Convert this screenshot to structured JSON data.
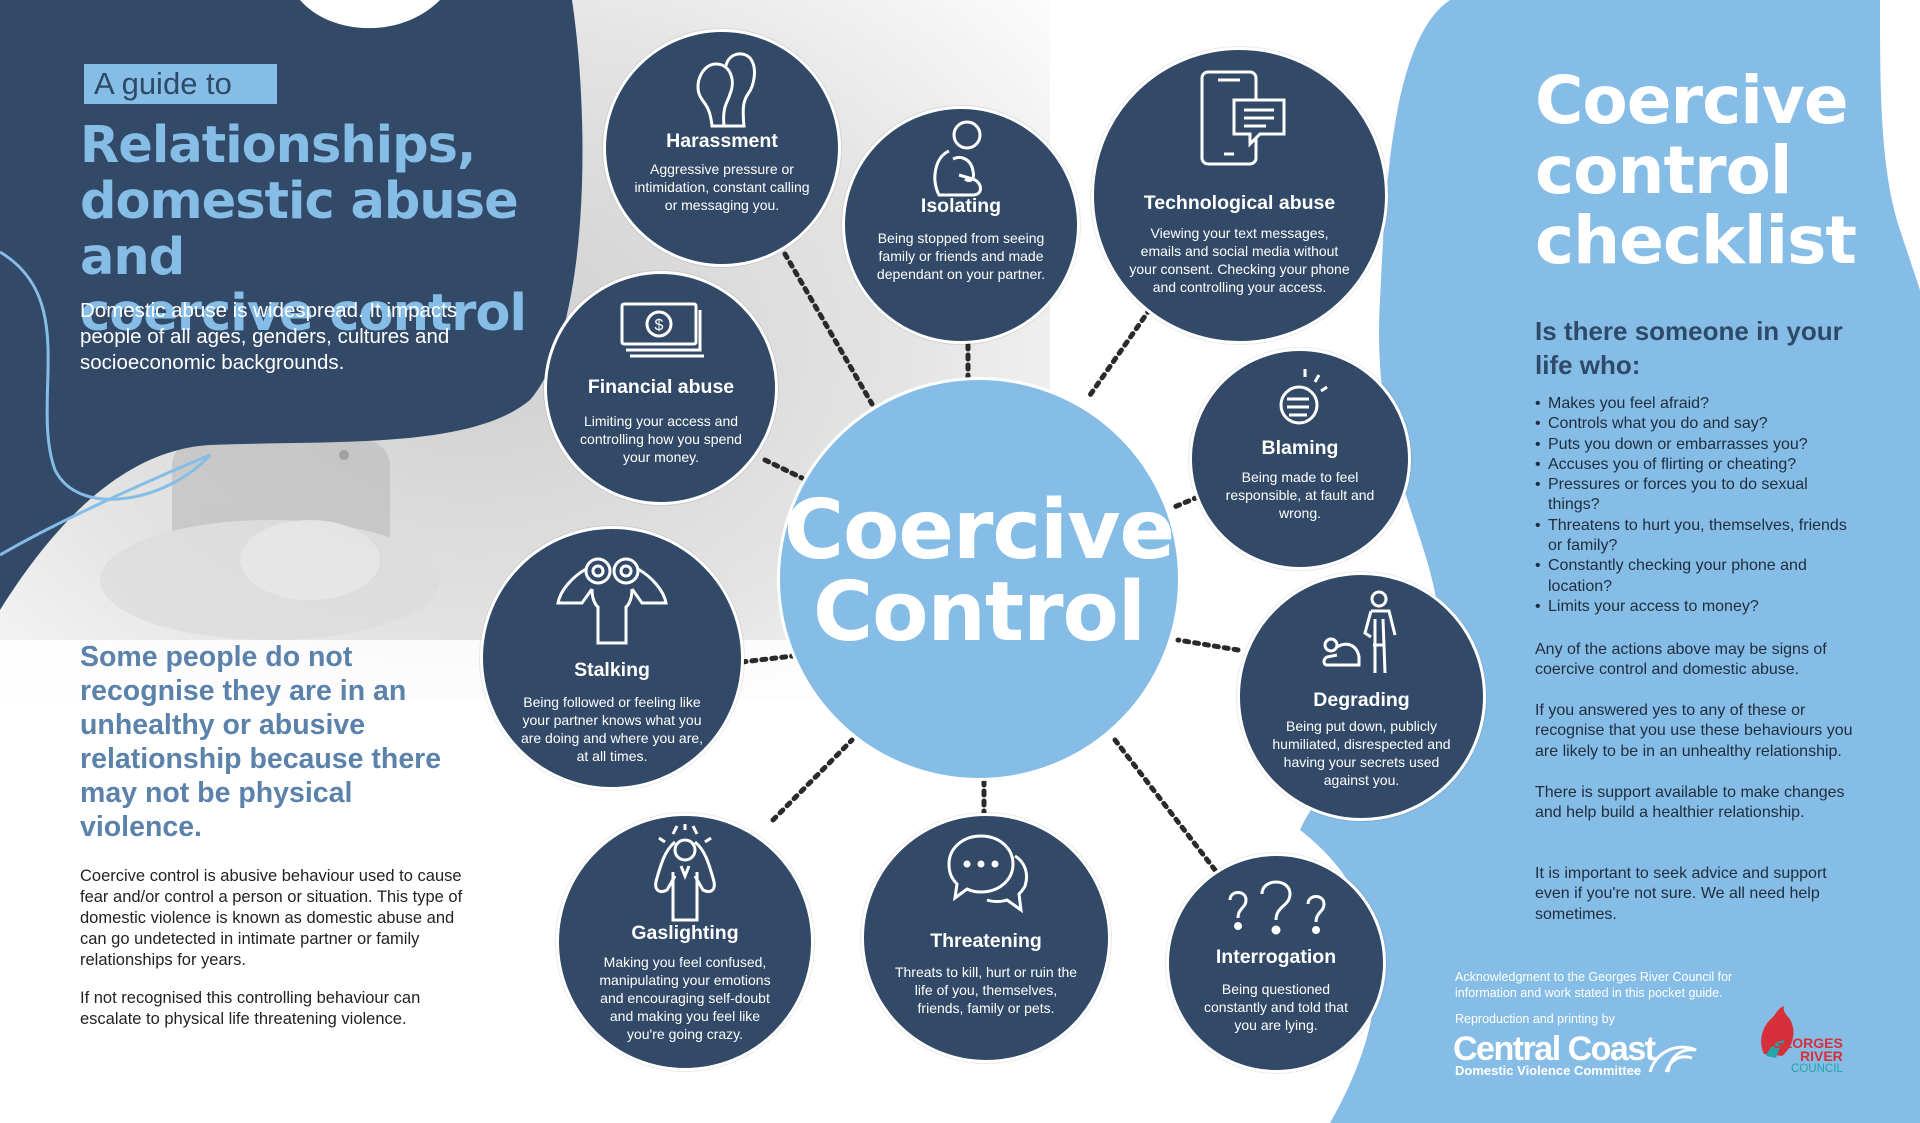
{
  "left_panel": {
    "guide_tag": "A guide to",
    "title_lines": [
      "Relationships,",
      "domestic abuse and",
      "coercive control"
    ],
    "intro": "Domestic abuse is widespread. It impacts people of all ages, genders, cultures and socioeconomic backgrounds.",
    "highlight": "Some people do not recognise they are in an unhealthy or abusive relationship because there may not be physical violence.",
    "body_1": "Coercive control is abusive behaviour used to cause fear and/or control a person or situation. This type of domestic violence is known as domestic abuse and can go undetected in intimate partner or family relationships for years.",
    "body_2": "If not recognised this controlling behaviour can escalate to physical life threatening violence."
  },
  "center": {
    "line1": "Coercive",
    "line2": "Control"
  },
  "nodes": [
    {
      "title": "Harassment",
      "desc": "Aggressive pressure or intimidation, constant calling or messaging you.",
      "icon": "people-silhouette-icon"
    },
    {
      "title": "Isolating",
      "desc": "Being stopped from seeing family or friends and made dependant on your partner.",
      "icon": "hugging-knees-person-icon"
    },
    {
      "title": "Technological abuse",
      "desc": "Viewing your text messages, emails and social media without your consent. Checking your phone and controlling your access.",
      "icon": "smartphone-message-icon"
    },
    {
      "title": "Financial abuse",
      "desc": "Limiting your access and controlling how you spend your money.",
      "icon": "banknote-dollar-icon"
    },
    {
      "title": "Blaming",
      "desc": "Being made to feel responsible, at fault and wrong.",
      "icon": "pointing-finger-icon"
    },
    {
      "title": "Stalking",
      "desc": "Being followed or feeling like your partner knows what you are doing and where you are, at all times.",
      "icon": "binoculars-person-icon"
    },
    {
      "title": "Degrading",
      "desc": "Being put down, publicly humiliated, disrespected and having your secrets used against you.",
      "icon": "humiliation-figures-icon"
    },
    {
      "title": "Gaslighting",
      "desc": "Making you feel confused, manipulating your emotions and encouraging self-doubt and making you feel like you're going crazy.",
      "icon": "stressed-person-icon"
    },
    {
      "title": "Threatening",
      "desc": "Threats to kill, hurt or ruin the life of you, themselves, friends, family or pets.",
      "icon": "speech-bubbles-icon"
    },
    {
      "title": "Interrogation",
      "desc": "Being questioned constantly and told that you are lying.",
      "icon": "question-marks-icon"
    }
  ],
  "right_panel": {
    "title_lines": [
      "Coercive",
      "control",
      "checklist"
    ],
    "question": "Is there someone in your life who:",
    "checklist": [
      "Makes you feel afraid?",
      "Controls what you do and say?",
      "Puts you down or embarrasses you?",
      "Accuses you of flirting or cheating?",
      "Pressures or forces you to do sexual things?",
      "Threatens to hurt you, themselves, friends or family?",
      "Constantly checking your phone and location?",
      "Limits your access to money?"
    ],
    "para_1": "Any of the actions above may be signs of coercive control and domestic abuse.",
    "para_2": "If you answered yes to any of these or recognise that you use these behaviours you are likely to be in an unhealthy relationship.",
    "para_3": "There is support available to make changes and help build a healthier relationship.",
    "para_4": "It is important to seek advice and support even if you're not sure. We all need help sometimes.",
    "acknowledgment": "Acknowledgment to the Georges River Council for information and work stated in this pocket guide.",
    "reproduction": "Reproduction and printing by",
    "cc_logo": "Central Coast",
    "cc_logo_sub": "Domestic Violence Committee",
    "gr_logo_1": "GEORGES",
    "gr_logo_2": "RIVER",
    "gr_logo_3": "COUNCIL"
  },
  "colors": {
    "navy": "#324967",
    "light_blue": "#86bde6",
    "mid_blue": "#5b82ab"
  }
}
